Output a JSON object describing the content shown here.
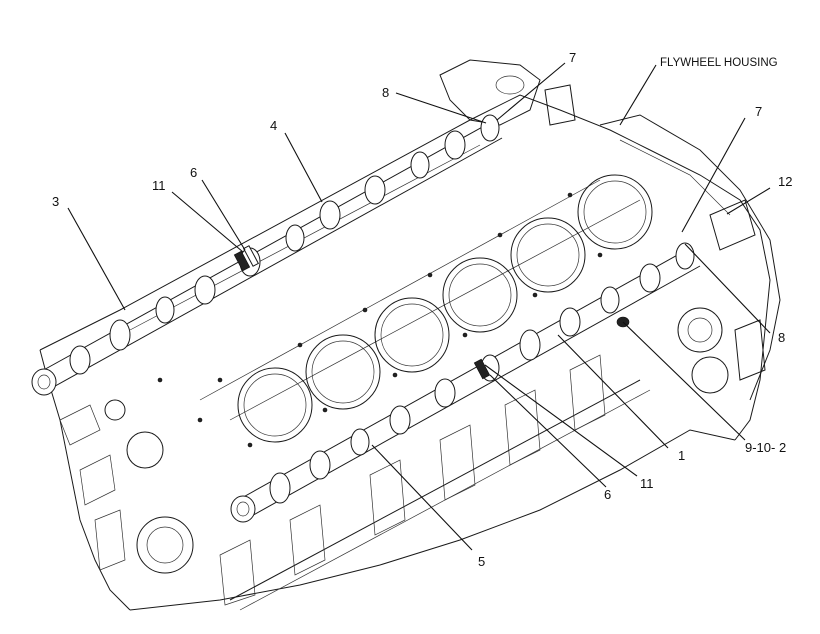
{
  "diagram": {
    "housing_label": "FLYWHEEL HOUSING",
    "callouts": {
      "c1": "1",
      "c3": "3",
      "c4": "4",
      "c5": "5",
      "c6_top": "6",
      "c6_bottom": "6",
      "c7_top": "7",
      "c7_right": "7",
      "c8_top": "8",
      "c8_right": "8",
      "c9_10_2": "9-10- 2",
      "c11_top": "11",
      "c11_bottom": "11",
      "c12": "12"
    }
  }
}
